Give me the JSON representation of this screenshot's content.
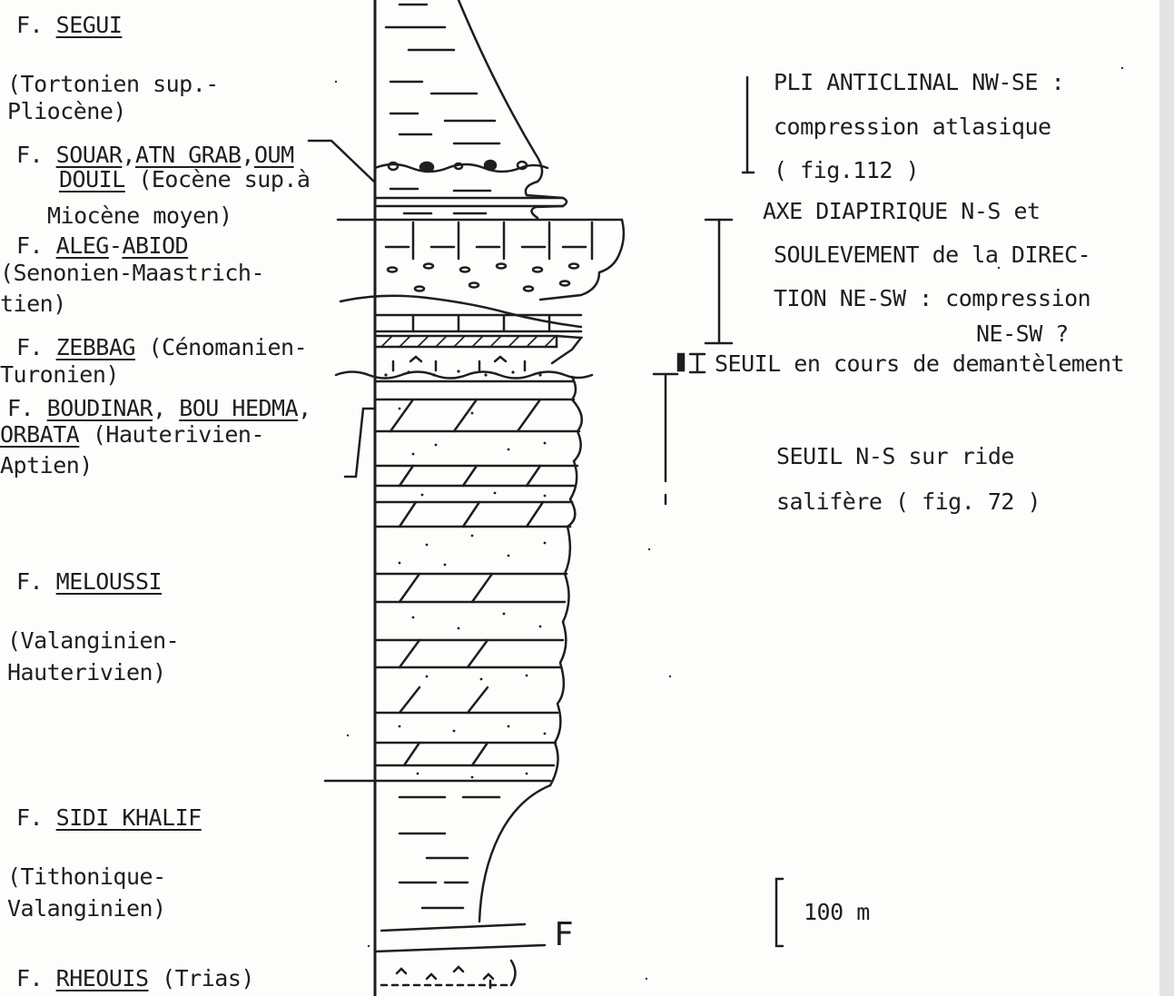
{
  "formations": {
    "segui": {
      "prefix": "F. ",
      "name": "SEGUI",
      "age_1": "(Tortonien sup.-",
      "age_2": " Pliocène)"
    },
    "souar": {
      "prefix": "F. ",
      "name_1": "SOUAR",
      "sep_1": ",",
      "name_2": "ATN GRAB",
      "sep_2": ",",
      "name_3": "OUM",
      "name_4": "DOUIL",
      "age_1": " (Eocène sup.à",
      "age_2": "Miocène moyen)"
    },
    "aleg": {
      "prefix": "F. ",
      "name_1": "ALEG",
      "sep": "-",
      "name_2": "ABIOD",
      "age_1": "(Senonien-Maastrich-",
      "age_2": "tien)"
    },
    "zebbag": {
      "prefix": "F. ",
      "name": "ZEBBAG",
      "age_1": " (Cénomanien-",
      "age_2": "Turonien)"
    },
    "boudinar": {
      "prefix": "F. ",
      "name_1": "BOUDINAR",
      "sep_1": ", ",
      "name_2": "BOU HEDMA",
      "sep_2": ",",
      "name_3": "ORBATA",
      "age_1": " (Hauterivien-",
      "age_2": "Aptien)"
    },
    "meloussi": {
      "prefix": "F. ",
      "name": "MELOUSSI",
      "age_1": "(Valanginien-",
      "age_2": " Hauterivien)"
    },
    "sidi_khalif": {
      "prefix": "F. ",
      "name": "SIDI KHALIF",
      "age_1": "(Tithonique-",
      "age_2": " Valanginien)"
    },
    "rheouis": {
      "prefix": "F. ",
      "name": "RHEOUIS",
      "age": " (Trias)"
    }
  },
  "events": {
    "pli": {
      "line_1": "PLI  ANTICLINAL NW-SE :",
      "line_2": "compression atlasique",
      "line_3": " ( fig.112  )"
    },
    "axe": {
      "line_1": "AXE DIAPIRIQUE N-S et",
      "line_2": "SOULEVEMENT de la DIREC-",
      "line_3": "TION NE-SW : compression",
      "line_4": "NE-SW ?"
    },
    "seuil_demantelement": {
      "label": "SEUIL en cours de demantèlement"
    },
    "seuil_ns": {
      "line_1": "SEUIL N-S sur  ride",
      "line_2": "salifère ( fig. 72     )"
    }
  },
  "fault_label": "F",
  "scale_bar": {
    "label": "100 m"
  }
}
